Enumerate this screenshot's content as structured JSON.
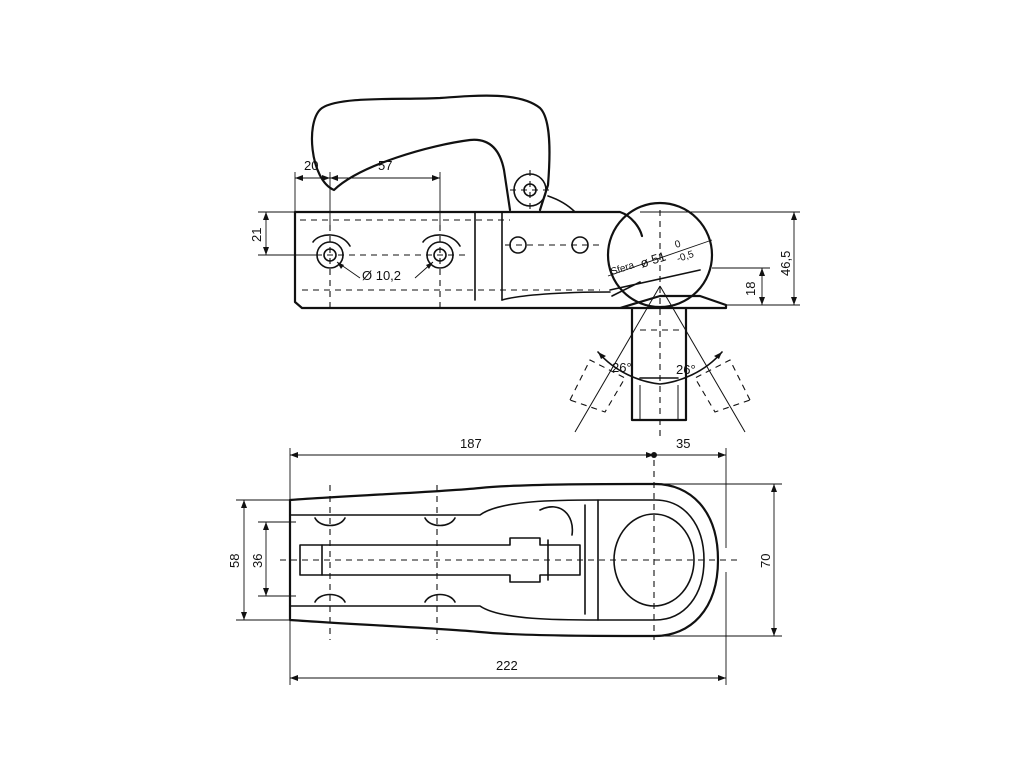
{
  "side_view": {
    "dim_20": "20",
    "dim_57": "57",
    "dim_21": "21",
    "hole_diameter": "Ø 10,2",
    "sphere_label": "Sfera",
    "sphere_diameter": "ø 51",
    "sphere_tolerance_upper": "0",
    "sphere_tolerance_lower": "-0,5",
    "dim_18": "18",
    "dim_46_5": "46,5",
    "angle_left": "26°",
    "angle_right": "26°"
  },
  "top_view": {
    "dim_187": "187",
    "dim_35": "35",
    "dim_222": "222",
    "dim_58": "58",
    "dim_36": "36",
    "dim_70": "70"
  }
}
